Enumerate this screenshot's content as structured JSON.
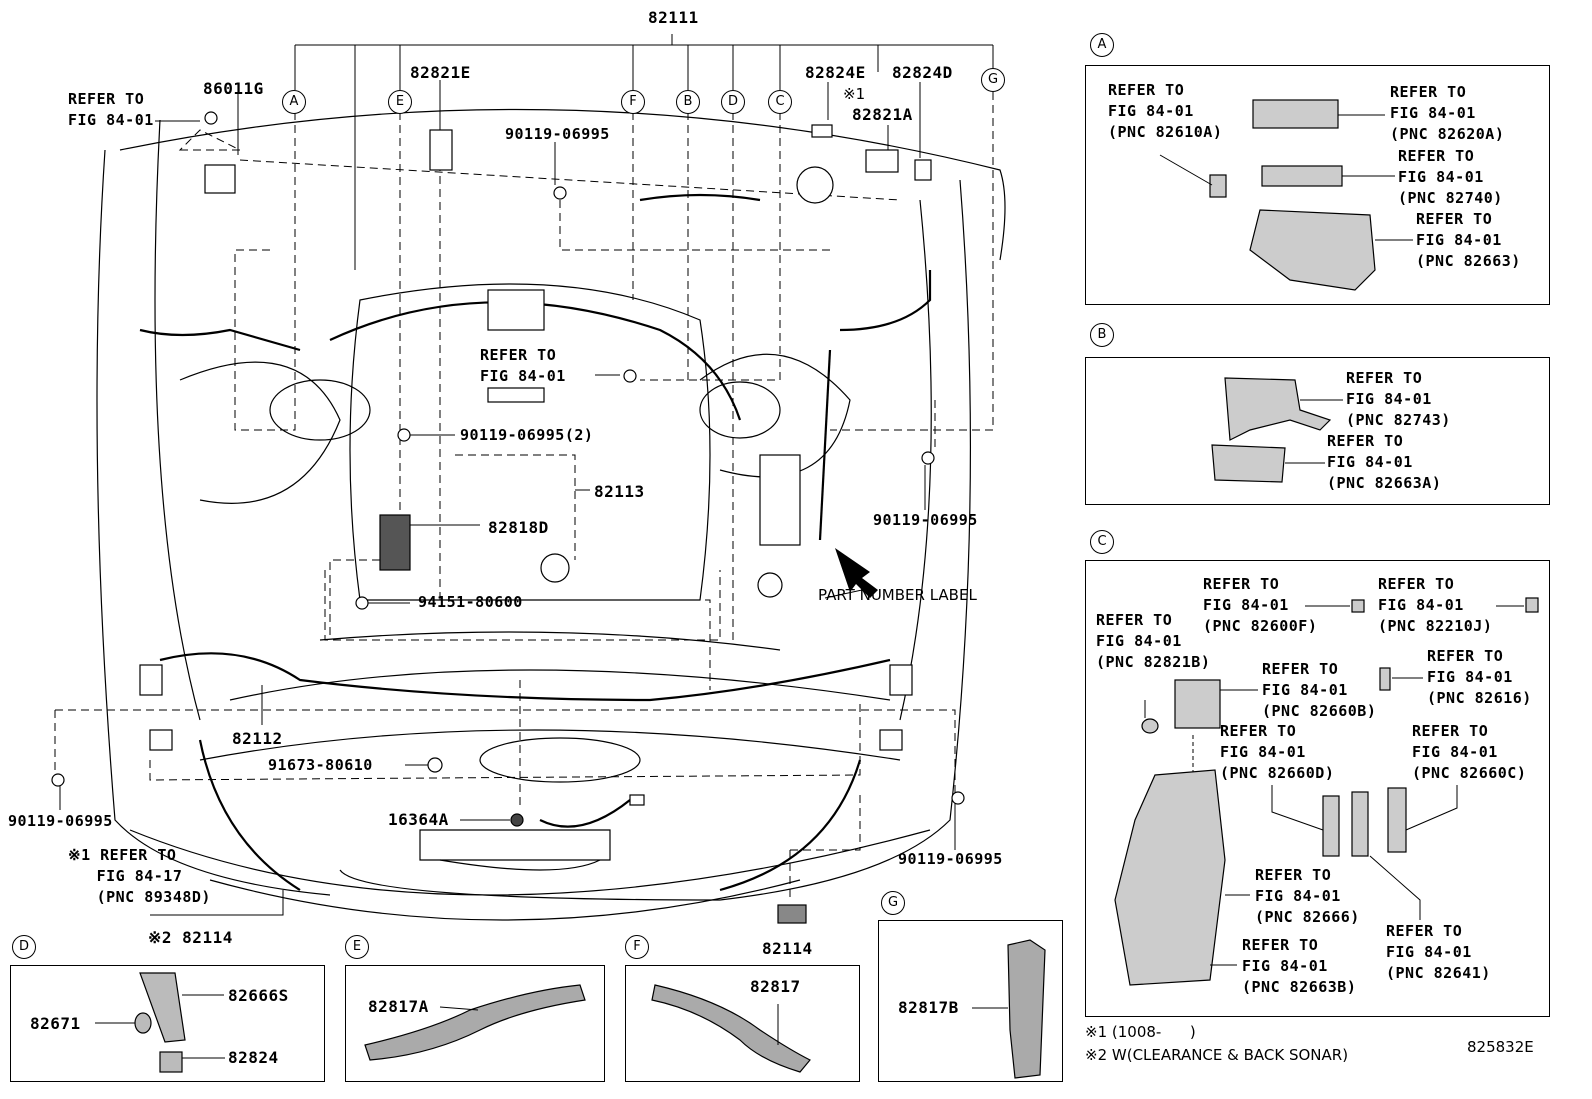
{
  "main": {
    "harness_top": "82111",
    "label_86011G": "86011G",
    "refer_topleft": "REFER TO\nFIG 84-01",
    "label_82821E": "82821E",
    "label_82824E": "82824E",
    "label_82824D": "82824D",
    "note1_mark": "※1",
    "label_82821A": "82821A",
    "bolt_top": "90119-06995",
    "refer_center": "REFER TO\nFIG 84-01",
    "bolt_center": "90119-06995(2)",
    "label_82113": "82113",
    "label_82818D": "82818D",
    "bolt_right": "90119-06995",
    "part_number_label": "PART NUMBER LABEL",
    "clip_94151": "94151-80600",
    "label_82112": "82112",
    "clip_91673": "91673-80610",
    "bolt_left": "90119-06995",
    "bolt_bottom_right": "90119-06995",
    "label_16364A": "16364A",
    "refer_bottomleft": "※1 REFER TO\n   FIG 84-17\n   (PNC 89348D)",
    "label_82114_left": "※2 82114",
    "label_82114_right": "82114",
    "callouts": [
      "A",
      "E",
      "F",
      "B",
      "D",
      "C",
      "G"
    ]
  },
  "inset_d": {
    "tag": "D",
    "p1": "82666S",
    "p2": "82671",
    "p3": "82824"
  },
  "inset_e": {
    "tag": "E",
    "p1": "82817A"
  },
  "inset_f": {
    "tag": "F",
    "p1": "82817"
  },
  "inset_g": {
    "tag": "G",
    "p1": "82817B"
  },
  "panel_a": {
    "tag": "A",
    "r1": "REFER TO\nFIG 84-01\n(PNC 82610A)",
    "r2": "REFER TO\nFIG 84-01\n(PNC 82620A)",
    "r3": "REFER TO\nFIG 84-01\n(PNC 82740)",
    "r4": "REFER TO\nFIG 84-01\n(PNC 82663)"
  },
  "panel_b": {
    "tag": "B",
    "r1": "REFER TO\nFIG 84-01\n(PNC 82743)",
    "r2": "REFER TO\nFIG 84-01\n(PNC 82663A)"
  },
  "panel_c": {
    "tag": "C",
    "r1": "REFER TO\nFIG 84-01\n(PNC 82600F)",
    "r2": "REFER TO\nFIG 84-01\n(PNC 82210J)",
    "r3": "REFER TO\nFIG 84-01\n(PNC 82821B)",
    "r4": "REFER TO\nFIG 84-01\n(PNC 82660B)",
    "r5": "REFER TO\nFIG 84-01\n(PNC 82616)",
    "r6": "REFER TO\nFIG 84-01\n(PNC 82660D)",
    "r7": "REFER TO\nFIG 84-01\n(PNC 82660C)",
    "r8": "REFER TO\nFIG 84-01\n(PNC 82666)",
    "r9": "REFER TO\nFIG 84-01\n(PNC 82641)",
    "r10": "REFER TO\nFIG 84-01\n(PNC 82663B)"
  },
  "footer": {
    "note1": "※1 (1008-      )",
    "note2": "※2 W(CLEARANCE & BACK SONAR)",
    "figure_code": "825832E"
  }
}
